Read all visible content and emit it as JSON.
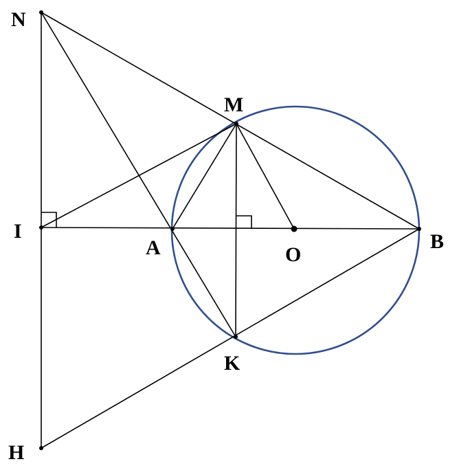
{
  "figure": {
    "points": {
      "N": "N",
      "M": "M",
      "I": "I",
      "A": "A",
      "O": "O",
      "B": "B",
      "K": "K",
      "H": "H"
    },
    "colors": {
      "circle": "#2f4f8f",
      "lines": "#000000"
    }
  }
}
